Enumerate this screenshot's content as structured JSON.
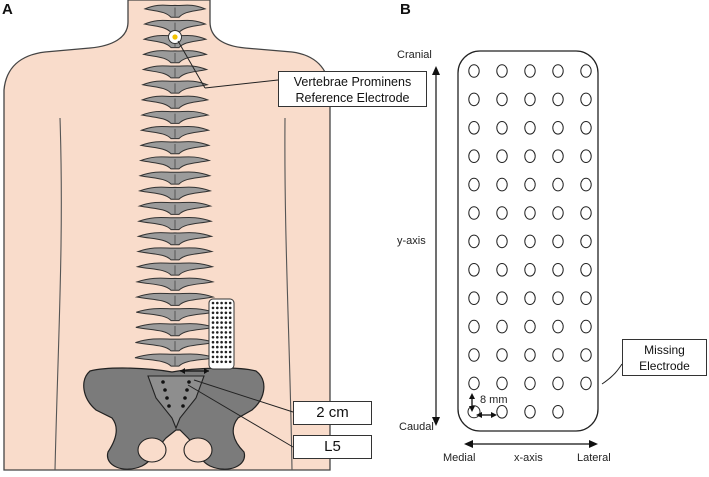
{
  "panel_a": {
    "letter": "A",
    "reference_label_line1": "Vertebrae Prominens",
    "reference_label_line2": "Reference Electrode",
    "distance_label": "2 cm",
    "vertebra_label": "L5"
  },
  "panel_b": {
    "letter": "B",
    "cranial_label": "Cranial",
    "caudal_label": "Caudal",
    "y_axis_label": "y-axis",
    "x_axis_label": "x-axis",
    "medial_label": "Medial",
    "lateral_label": "Lateral",
    "spacing_label": "8 mm",
    "missing_label_line1": "Missing",
    "missing_label_line2": "Electrode",
    "grid_columns": 5,
    "grid_rows": 13,
    "missing_electrode": {
      "row": 13,
      "column": 5
    }
  },
  "colors": {
    "skin": "#f9dccb",
    "bone": "#9b9b9b",
    "pelvis": "#7b7b7b",
    "outline": "#3a3a3a",
    "electrode_marker": "#f2c200"
  }
}
